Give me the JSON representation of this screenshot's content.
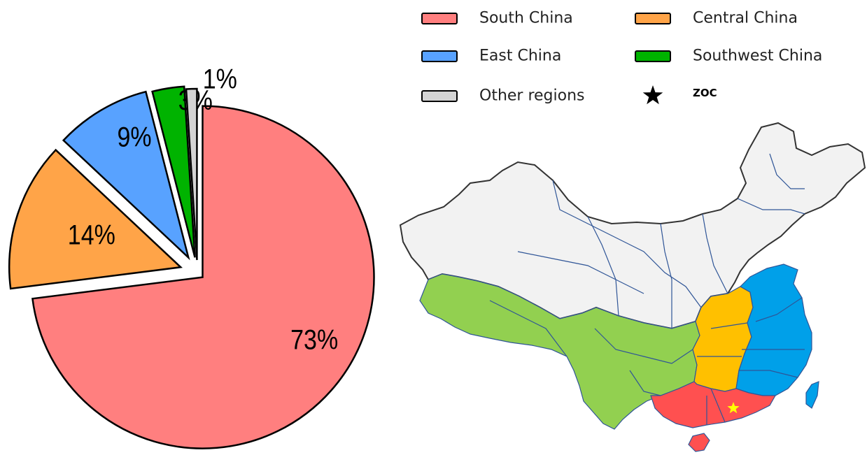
{
  "chart_data": {
    "type": "pie",
    "slices": [
      {
        "label": "South China",
        "value": 73,
        "display": "73%",
        "color": "#ff7f7f"
      },
      {
        "label": "Central China",
        "value": 14,
        "display": "14%",
        "color": "#ffa448"
      },
      {
        "label": "East China",
        "value": 9,
        "display": "9%",
        "color": "#58a2ff"
      },
      {
        "label": "Southwest China",
        "value": 3,
        "display": "3%",
        "color": "#00b300"
      },
      {
        "label": "Other regions",
        "value": 1,
        "display": "1%",
        "color": "#d4d4d4"
      }
    ],
    "legend": [
      {
        "label": "South China",
        "color": "#ff7f7f"
      },
      {
        "label": "Central China",
        "color": "#ffa448"
      },
      {
        "label": "East China",
        "color": "#58a2ff"
      },
      {
        "label": "Southwest China",
        "color": "#00b300"
      },
      {
        "label": "Other regions",
        "color": "#d4d4d4"
      }
    ],
    "marker_legend": {
      "label": "ZOC",
      "icon": "star-icon",
      "color": "#000000"
    },
    "exploded": true
  },
  "map": {
    "region_colors": {
      "other": "#f2f2f2",
      "southwest": "#92d050",
      "central": "#ffc000",
      "east": "#00a0e9",
      "south": "#ff5050",
      "border": "#2f5597"
    },
    "marker": {
      "icon": "star-icon",
      "color": "#ffff00"
    }
  }
}
